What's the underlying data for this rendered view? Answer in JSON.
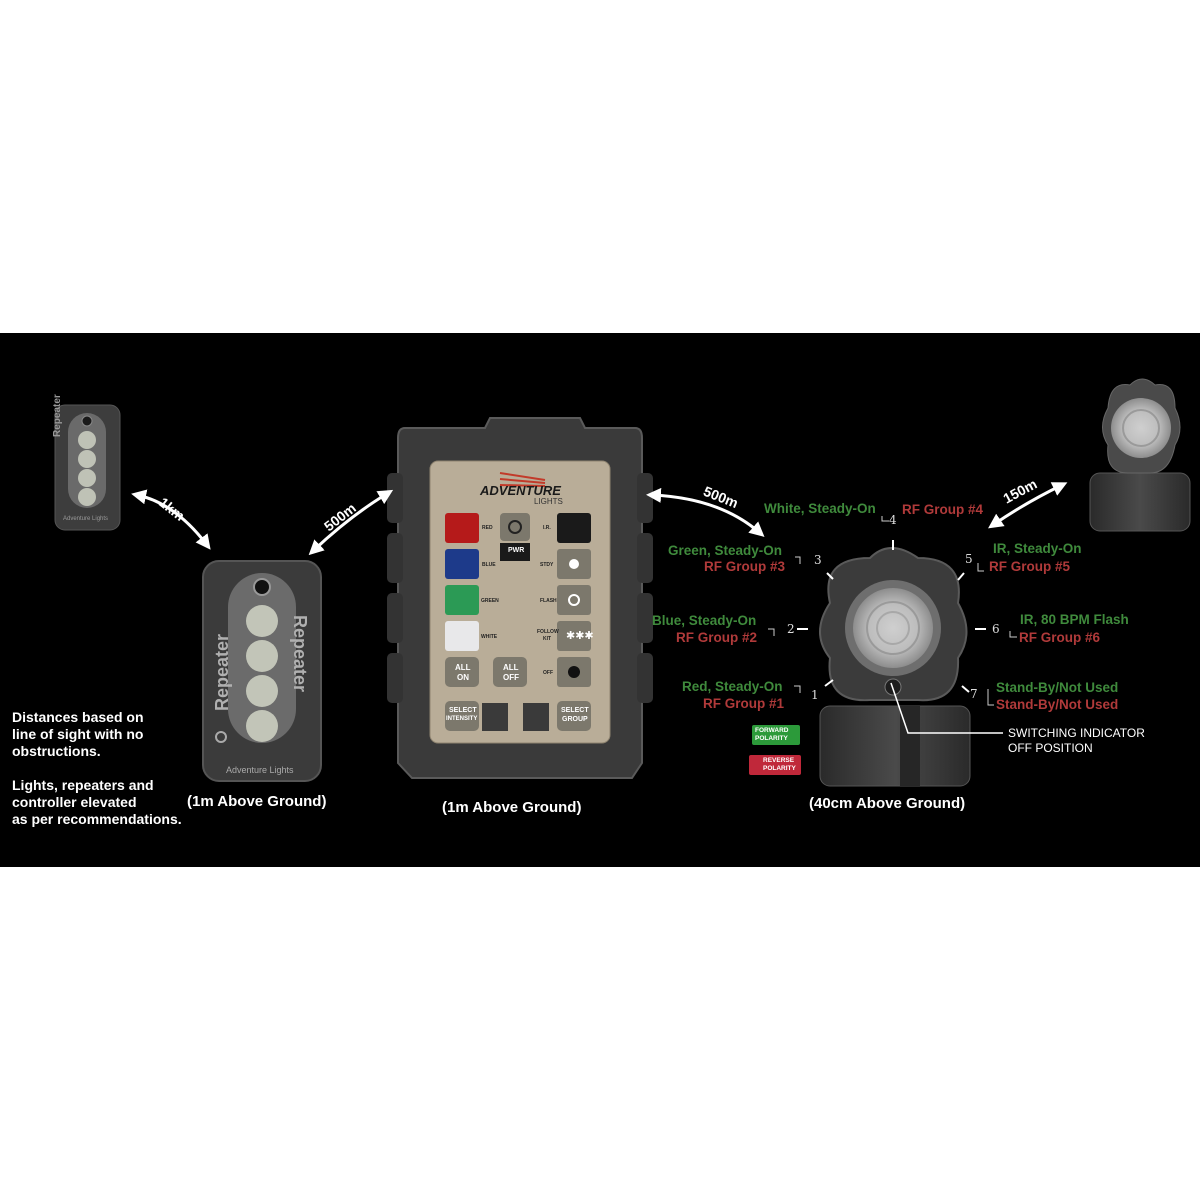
{
  "distances": {
    "d1": "1km",
    "d2": "500m",
    "d3": "500m",
    "d4": "150m"
  },
  "captions": {
    "repeater": "(1m Above Ground)",
    "controller": "(1m Above Ground)",
    "light": "(40cm Above Ground)"
  },
  "notes": {
    "line1": "Distances based on",
    "line2": "line of sight with no",
    "line3": "obstructions.",
    "line4": "Lights, repeaters and",
    "line5": "controller elevated",
    "line6": "as per recommendations."
  },
  "repeater": {
    "label": "Repeater",
    "brand": "Adventure Lights"
  },
  "controller": {
    "brand": "ADVENTURE",
    "brand_sub": "LIGHTS",
    "buttons": {
      "red": "RED",
      "blue": "BLUE",
      "green": "GREEN",
      "white": "WHITE",
      "pwr": "PWR",
      "ir": "I.R.",
      "stdy": "STDY",
      "flash": "FLASH",
      "follow": "FOLLOW",
      "follow2": "KIT",
      "off": "OFF",
      "all_on_1": "ALL",
      "all_on_2": "ON",
      "all_off_1": "ALL",
      "all_off_2": "OFF",
      "sel_int_1": "SELECT",
      "sel_int_2": "INTENSITY",
      "sel_grp_1": "SELECT",
      "sel_grp_2": "GROUP"
    }
  },
  "modes": [
    {
      "n": "1",
      "mode": "Red, Steady-On",
      "group": "RF Group #1"
    },
    {
      "n": "2",
      "mode": "Blue, Steady-On",
      "group": "RF Group #2"
    },
    {
      "n": "3",
      "mode": "Green, Steady-On",
      "group": "RF Group #3"
    },
    {
      "n": "4",
      "mode": "White, Steady-On",
      "group": "RF Group #4"
    },
    {
      "n": "5",
      "mode": "IR, Steady-On",
      "group": "RF Group #5"
    },
    {
      "n": "6",
      "mode": "IR, 80 BPM Flash",
      "group": "RF Group #6"
    },
    {
      "n": "7",
      "mode": "Stand-By/Not Used",
      "group": "Stand-By/Not Used"
    }
  ],
  "polarity": {
    "fwd1": "FORWARD",
    "fwd2": "POLARITY",
    "rev1": "REVERSE",
    "rev2": "POLARITY"
  },
  "switching": {
    "line1": "SWITCHING INDICATOR",
    "line2": "OFF POSITION"
  },
  "colors": {
    "green_label": "#3f8a3c",
    "red_label": "#b03a3a",
    "panel": "#b9ad98"
  }
}
